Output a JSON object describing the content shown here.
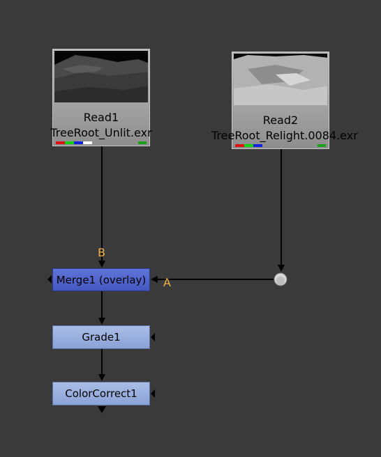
{
  "nodes": {
    "read1": {
      "name": "Read1",
      "file": "TreeRoot_Unlit.exr",
      "channels": [
        "#e01010",
        "#10d010",
        "#1020e0",
        "#ffffff"
      ],
      "status_color": "#18a018"
    },
    "read2": {
      "name": "Read2",
      "file": "TreeRoot_Relight.0084.exr",
      "channels": [
        "#e01010",
        "#10d010",
        "#1020e0"
      ],
      "status_color": "#18a018"
    },
    "merge": {
      "label": "Merge1 (overlay)",
      "input_b": "B",
      "input_a": "A"
    },
    "grade": {
      "label": "Grade1"
    },
    "colorcorrect": {
      "label": "ColorCorrect1"
    }
  },
  "colors": {
    "background": "#3a3a3a",
    "merge_node": "#4f63cc",
    "color_node": "#9ab0de",
    "input_label": "#f2b14a",
    "pipe": "#000000"
  }
}
